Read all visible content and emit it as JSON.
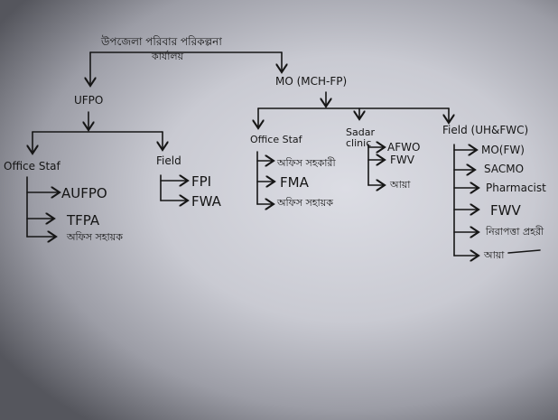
{
  "title": {
    "line1": "উপজেলা পরিবার পরিকল্পনা",
    "line2": "কার্যালয়"
  },
  "left": {
    "head": "UFPO",
    "office": {
      "label": "Office Staf",
      "items": [
        "AUFPO",
        "TFPA",
        "অফিস সহায়ক"
      ]
    },
    "field": {
      "label": "Field",
      "items": [
        "FPI",
        "FWA"
      ]
    }
  },
  "right": {
    "head": "MO (MCH-FP)",
    "office": {
      "label": "Office Staf",
      "items": [
        "অফিস সহকারী",
        "FMA",
        "অফিস সহায়ক"
      ]
    },
    "sadar": {
      "label_line1": "Sadar",
      "label_line2": "clinic",
      "items": [
        "AFWO",
        "FWV",
        "আয়া"
      ]
    },
    "field": {
      "label": "Field (UH&FWC)",
      "items": [
        "MO(FW)",
        "SACMO",
        "Pharmacist",
        "FWV",
        "নিরাপত্তা প্রহরী",
        "আয়া"
      ]
    }
  }
}
